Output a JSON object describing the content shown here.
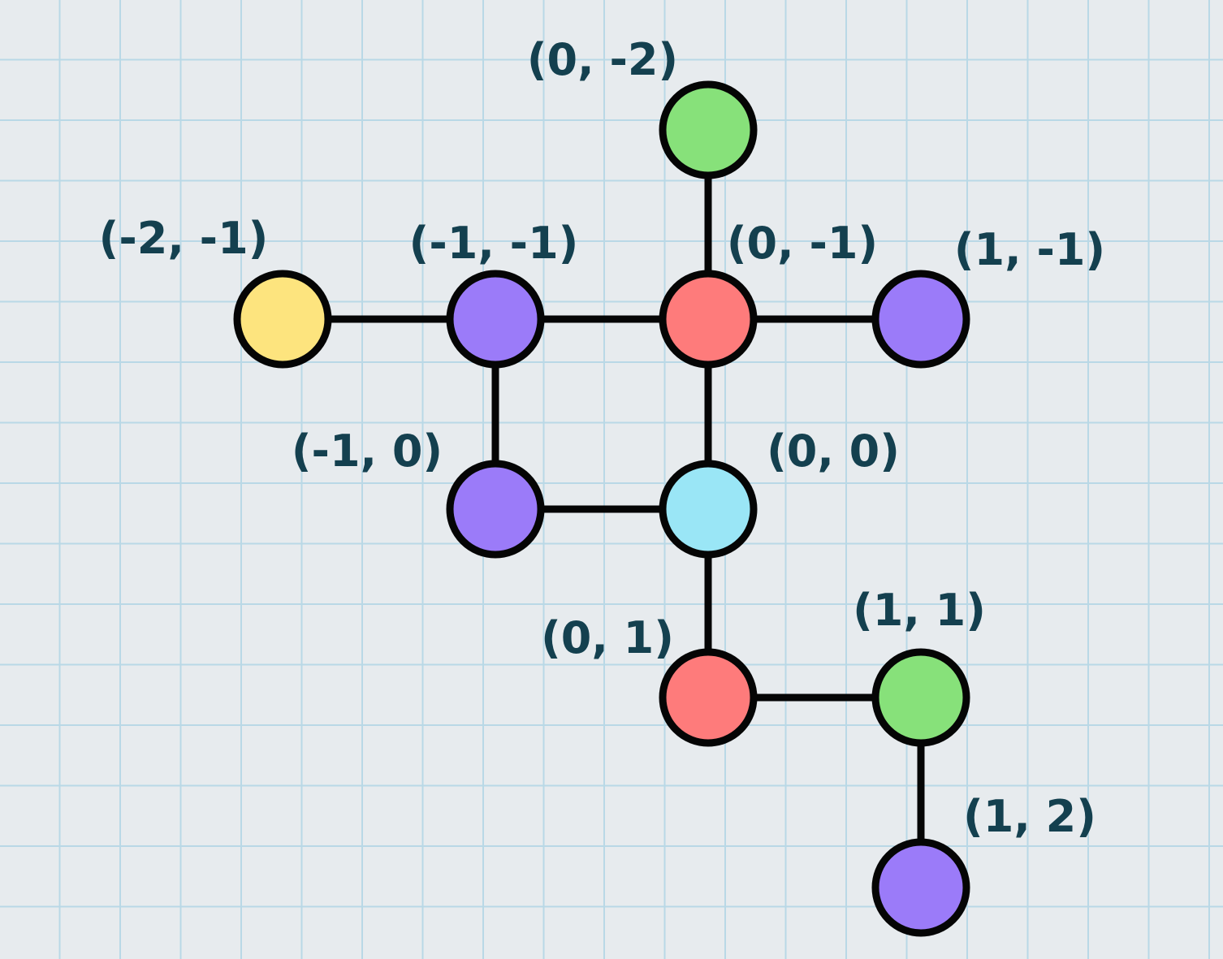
{
  "palette": {
    "edge": "#050505",
    "label_text": "#14404f",
    "background": "#e7ebee",
    "grid_line": "#b9d8e6"
  },
  "nodes": [
    {
      "id": "n_0_-2",
      "label": "(0, -2)",
      "color": "#87e17a"
    },
    {
      "id": "n_-2_-1",
      "label": "(-2, -1)",
      "color": "#fde47e"
    },
    {
      "id": "n_-1_-1",
      "label": "(-1, -1)",
      "color": "#9b7bf9"
    },
    {
      "id": "n_0_-1",
      "label": "(0, -1)",
      "color": "#fe7b7b"
    },
    {
      "id": "n_1_-1",
      "label": "(1, -1)",
      "color": "#9b7bf9"
    },
    {
      "id": "n_-1_0",
      "label": "(-1, 0)",
      "color": "#9b7bf9"
    },
    {
      "id": "n_0_0",
      "label": "(0, 0)",
      "color": "#9ae6f6"
    },
    {
      "id": "n_0_1",
      "label": "(0, 1)",
      "color": "#fe7b7b"
    },
    {
      "id": "n_1_1",
      "label": "(1, 1)",
      "color": "#87e17a"
    },
    {
      "id": "n_1_2",
      "label": "(1, 2)",
      "color": "#9b7bf9"
    }
  ],
  "edges": [
    {
      "from": "n_0_-2",
      "to": "n_0_-1"
    },
    {
      "from": "n_-2_-1",
      "to": "n_-1_-1"
    },
    {
      "from": "n_-1_-1",
      "to": "n_0_-1"
    },
    {
      "from": "n_0_-1",
      "to": "n_1_-1"
    },
    {
      "from": "n_-1_-1",
      "to": "n_-1_0"
    },
    {
      "from": "n_0_-1",
      "to": "n_0_0"
    },
    {
      "from": "n_-1_0",
      "to": "n_0_0"
    },
    {
      "from": "n_0_0",
      "to": "n_0_1"
    },
    {
      "from": "n_0_1",
      "to": "n_1_1"
    },
    {
      "from": "n_1_1",
      "to": "n_1_2"
    }
  ]
}
